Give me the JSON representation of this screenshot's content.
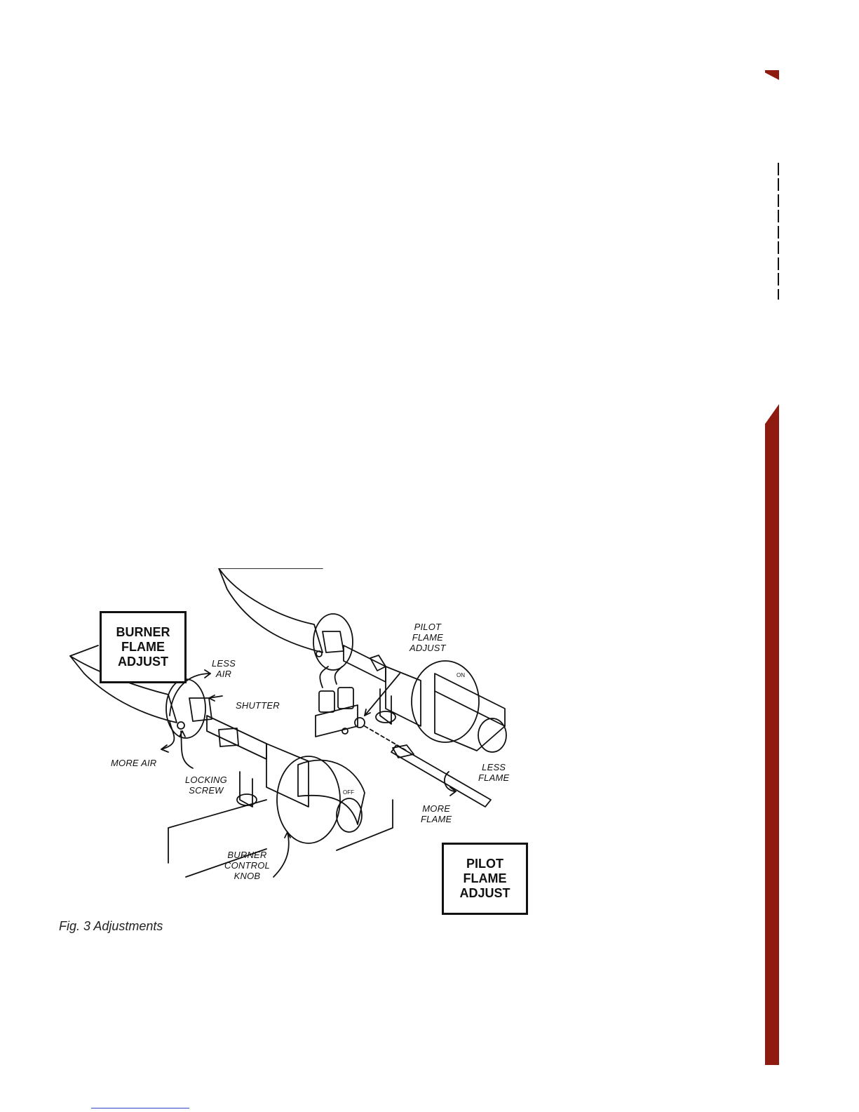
{
  "labels": {
    "burner_box": "BURNER\nFLAME\nADJUST",
    "pilot_box": "PILOT\nFLAME\nADJUST",
    "less_air": "LESS\nAIR",
    "shutter": "SHUTTER",
    "more_air": "MORE AIR",
    "locking_screw": "LOCKING\nSCREW",
    "pilot_flame_adjust": "PILOT\nFLAME\nADJUST",
    "less_flame": "LESS\nFLAME",
    "more_flame": "MORE\nFLAME",
    "burner_control_knob": "BURNER\nCONTROL\nKNOB",
    "knob_on": "ON",
    "knob_off": "OFF"
  },
  "caption": "Fig. 3 Adjustments",
  "colors": {
    "accent": "#8f1a10"
  }
}
